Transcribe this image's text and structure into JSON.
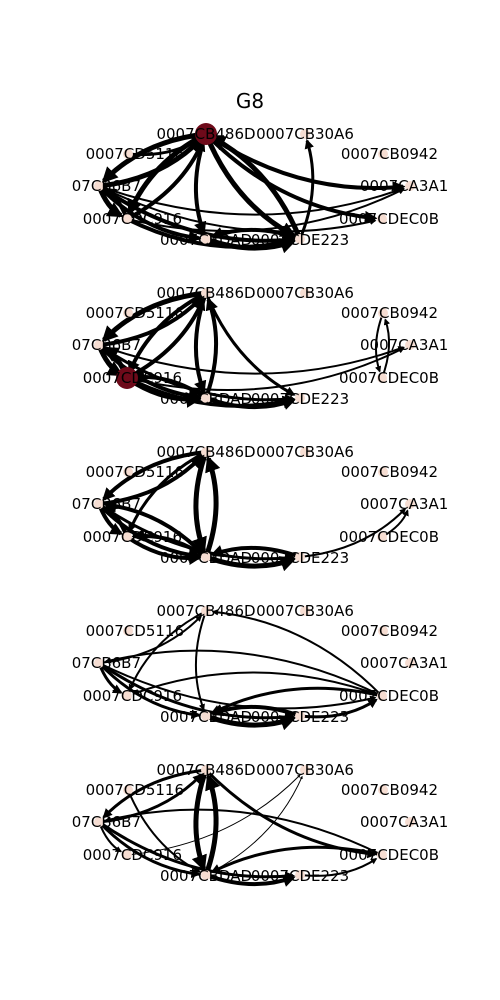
{
  "title": "G8",
  "nodes": [
    {
      "id": "0007CB486D",
      "label": "0007CB486D"
    },
    {
      "id": "0007CB30A6",
      "label": "0007CB30A6"
    },
    {
      "id": "0007CD5116",
      "label": "0007CD5116"
    },
    {
      "id": "0007CB0942",
      "label": "0007CB0942"
    },
    {
      "id": "0007CB6B7",
      "label": "07CB6B7"
    },
    {
      "id": "0007CA3A1",
      "label": "0007CA3A1"
    },
    {
      "id": "0007CDC916",
      "label": "0007CDC916"
    },
    {
      "id": "0007CDEC0B",
      "label": "0007CDEC0B"
    },
    {
      "id": "0007CBDAD",
      "label": "0007CBDAD"
    },
    {
      "id": "0007CDE223",
      "label": "0007CDE223"
    }
  ],
  "panels": [
    {
      "highlight": "0007CB486D",
      "edges": [
        [
          "0007CB486D",
          "0007CB6B7",
          5
        ],
        [
          "0007CB6B7",
          "0007CB486D",
          5
        ],
        [
          "0007CB486D",
          "0007CDC916",
          5
        ],
        [
          "0007CDC916",
          "0007CB486D",
          4
        ],
        [
          "0007CB486D",
          "0007CBDAD",
          4
        ],
        [
          "0007CB486D",
          "0007CDE223",
          5
        ],
        [
          "0007CDE223",
          "0007CB486D",
          5
        ],
        [
          "0007CB486D",
          "0007CA3A1",
          4
        ],
        [
          "0007CB486D",
          "0007CDEC0B",
          4
        ],
        [
          "0007CB6B7",
          "0007CDC916",
          5
        ],
        [
          "0007CDC916",
          "0007CB6B7",
          4
        ],
        [
          "0007CB6B7",
          "0007CBDAD",
          4
        ],
        [
          "0007CB6B7",
          "0007CDE223",
          4
        ],
        [
          "0007CBDAD",
          "0007CDE223",
          5
        ],
        [
          "0007CDE223",
          "0007CBDAD",
          4
        ],
        [
          "0007CDC916",
          "0007CDE223",
          4
        ],
        [
          "0007CB6B7",
          "0007CA3A1",
          2
        ],
        [
          "0007CDC916",
          "0007CA3A1",
          2
        ],
        [
          "0007CD5116",
          "0007CB486D",
          3
        ],
        [
          "0007CDE223",
          "0007CB30A6",
          3
        ],
        [
          "0007CB6B7",
          "0007CDEC0B",
          2
        ]
      ]
    },
    {
      "highlight": "0007CDC916",
      "edges": [
        [
          "0007CB486D",
          "0007CB6B7",
          5
        ],
        [
          "0007CB6B7",
          "0007CB486D",
          4
        ],
        [
          "0007CB486D",
          "0007CDC916",
          4
        ],
        [
          "0007CDC916",
          "0007CB486D",
          4
        ],
        [
          "0007CB486D",
          "0007CBDAD",
          4
        ],
        [
          "0007CBDAD",
          "0007CB486D",
          4
        ],
        [
          "0007CB6B7",
          "0007CDC916",
          5
        ],
        [
          "0007CDC916",
          "0007CB6B7",
          5
        ],
        [
          "0007CDC916",
          "0007CBDAD",
          5
        ],
        [
          "0007CBDAD",
          "0007CDC916",
          4
        ],
        [
          "0007CDC916",
          "0007CDE223",
          4
        ],
        [
          "0007CB6B7",
          "0007CBDAD",
          4
        ],
        [
          "0007CBDAD",
          "0007CDE223",
          4
        ],
        [
          "0007CB6B7",
          "0007CDE223",
          3
        ],
        [
          "0007CB486D",
          "0007CDE223",
          3
        ],
        [
          "0007CB6B7",
          "0007CA3A1",
          2
        ],
        [
          "0007CDC916",
          "0007CA3A1",
          2
        ],
        [
          "0007CDEC0B",
          "0007CB0942",
          2
        ],
        [
          "0007CB0942",
          "0007CDEC0B",
          2
        ]
      ]
    },
    {
      "highlight": "",
      "edges": [
        [
          "0007CB486D",
          "0007CB6B7",
          4
        ],
        [
          "0007CB6B7",
          "0007CB486D",
          4
        ],
        [
          "0007CB486D",
          "0007CBDAD",
          5
        ],
        [
          "0007CBDAD",
          "0007CB486D",
          5
        ],
        [
          "0007CB6B7",
          "0007CDC916",
          4
        ],
        [
          "0007CDC916",
          "0007CB6B7",
          4
        ],
        [
          "0007CB6B7",
          "0007CBDAD",
          4
        ],
        [
          "0007CBDAD",
          "0007CB6B7",
          4
        ],
        [
          "0007CDC916",
          "0007CBDAD",
          4
        ],
        [
          "0007CBDAD",
          "0007CDC916",
          4
        ],
        [
          "0007CBDAD",
          "0007CDE223",
          5
        ],
        [
          "0007CDE223",
          "0007CBDAD",
          4
        ],
        [
          "0007CB6B7",
          "0007CDE223",
          3
        ],
        [
          "0007CB486D",
          "0007CDC916",
          3
        ],
        [
          "0007CDE223",
          "0007CA3A1",
          2
        ],
        [
          "0007CDEC0B",
          "0007CA3A1",
          2
        ]
      ]
    },
    {
      "highlight": "",
      "edges": [
        [
          "0007CB6B7",
          "0007CB486D",
          2
        ],
        [
          "0007CB486D",
          "0007CDC916",
          2
        ],
        [
          "0007CB6B7",
          "0007CDC916",
          3
        ],
        [
          "0007CB6B7",
          "0007CBDAD",
          3
        ],
        [
          "0007CB6B7",
          "0007CDE223",
          3
        ],
        [
          "0007CBDAD",
          "0007CDE223",
          5
        ],
        [
          "0007CDE223",
          "0007CBDAD",
          4
        ],
        [
          "0007CDEC0B",
          "0007CB486D",
          2
        ],
        [
          "0007CDEC0B",
          "0007CB6B7",
          2
        ],
        [
          "0007CDEC0B",
          "0007CDC916",
          2
        ],
        [
          "0007CDEC0B",
          "0007CBDAD",
          3
        ],
        [
          "0007CDE223",
          "0007CDEC0B",
          3
        ],
        [
          "0007CB6B7",
          "0007CDEC0B",
          2
        ],
        [
          "0007CB486D",
          "0007CBDAD",
          2
        ]
      ]
    },
    {
      "highlight": "",
      "edges": [
        [
          "0007CB486D",
          "0007CB6B7",
          3
        ],
        [
          "0007CB6B7",
          "0007CB486D",
          3
        ],
        [
          "0007CB486D",
          "0007CBDAD",
          5
        ],
        [
          "0007CBDAD",
          "0007CB486D",
          5
        ],
        [
          "0007CB486D",
          "0007CDEC0B",
          3
        ],
        [
          "0007CB6B7",
          "0007CDC916",
          2
        ],
        [
          "0007CB6B7",
          "0007CBDAD",
          3
        ],
        [
          "0007CB6B7",
          "0007CDE223",
          3
        ],
        [
          "0007CBDAD",
          "0007CDE223",
          4
        ],
        [
          "0007CDEC0B",
          "0007CBDAD",
          3
        ],
        [
          "0007CDEC0B",
          "0007CB6B7",
          2
        ],
        [
          "0007CDC916",
          "0007CB30A6",
          1
        ],
        [
          "0007CBDAD",
          "0007CB30A6",
          1
        ],
        [
          "0007CD5116",
          "0007CBDAD",
          2
        ],
        [
          "0007CDE223",
          "0007CDEC0B",
          2
        ]
      ]
    }
  ],
  "colors": {
    "node": "#f6ddd2",
    "highlight": "#6e0a1a",
    "edge": "#000000"
  }
}
